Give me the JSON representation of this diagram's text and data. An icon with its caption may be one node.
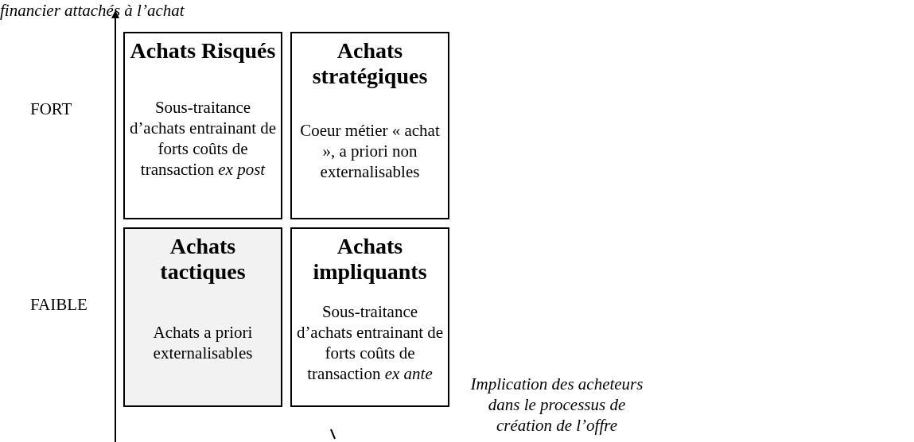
{
  "diagram": {
    "nodes": [
      {
        "text": [
          "Achats Risqués",
          "Sous-traitance d’achats entrainant de forts coûts de transaction *ex post*"
        ]
      },
      {
        "text": [
          "Achats stratégiques",
          "Coeur métier « achat », a priori non externalisables"
        ]
      },
      {
        "text": [
          "Achats tactiques",
          "Achats a priori externalisables"
        ]
      },
      {
        "text": [
          "Achats impliquants",
          "Sous-traitance d’achats entrainant de forts coûts de transaction *ex ante*"
        ]
      }
    ],
    "edges": [],
    "labels": [
      "financier attachés à l’achat",
      "FORT",
      "FAIBLE",
      "Implication des acheteurs dans le processus de création de l’offre"
    ]
  }
}
